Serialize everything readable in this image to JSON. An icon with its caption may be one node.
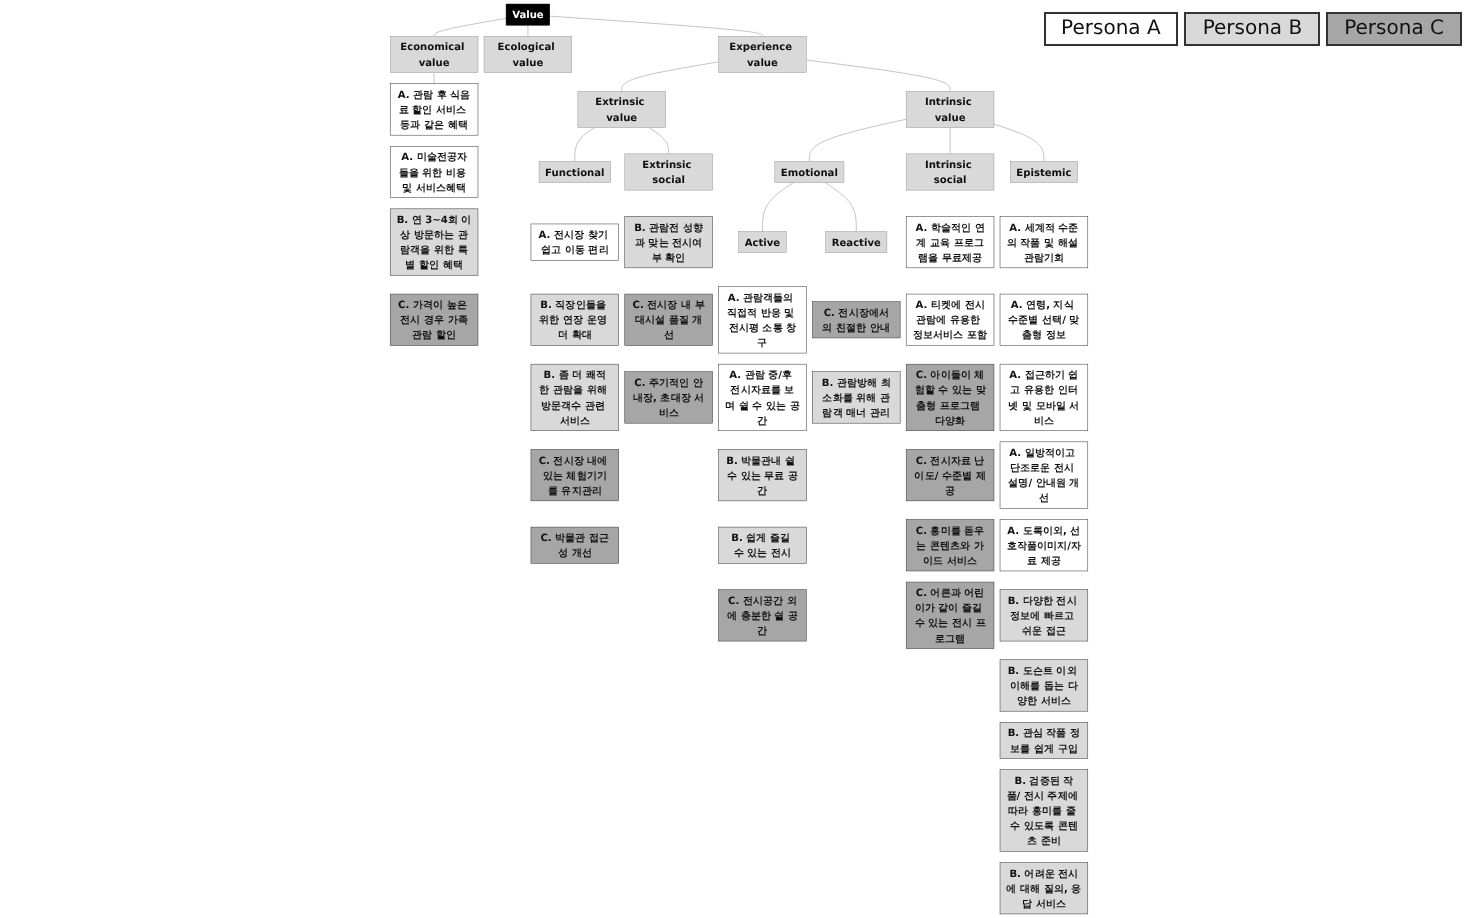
{
  "diagram": {
    "nodes": [
      {
        "text": [
          "Value"
        ]
      },
      {
        "text": [
          "Economical value"
        ]
      },
      {
        "text": [
          "Ecological value"
        ]
      },
      {
        "text": [
          "Experience value"
        ]
      },
      {
        "text": [
          "Extrinsic value"
        ]
      },
      {
        "text": [
          "Intrinsic value"
        ]
      },
      {
        "text": [
          "Functional"
        ]
      },
      {
        "text": [
          "Extrinsic social"
        ]
      },
      {
        "text": [
          "Emotional"
        ]
      },
      {
        "text": [
          "Intrinsic social"
        ]
      },
      {
        "text": [
          "Epistemic"
        ]
      },
      {
        "text": [
          "Active"
        ]
      },
      {
        "text": [
          "Reactive"
        ]
      },
      {
        "text": [
          "A. 관람 후 식음료 할인 서비스 등과 같은 혜택"
        ]
      },
      {
        "text": [
          "A. 미술전공자들을 위한 비용 및 서비스혜택"
        ]
      },
      {
        "text": [
          "B. 연 3~4회 이상 방문하는 관람객을 위한 특별 할인 혜택"
        ]
      },
      {
        "text": [
          "C. 가격이 높은 전시 경우 가족관람 할인"
        ]
      },
      {
        "text": [
          "A. 전시장 찾기 쉽고 이동 편리"
        ]
      },
      {
        "text": [
          "B. 직장인들을 위한 연장 운영 더 확대"
        ]
      },
      {
        "text": [
          "B. 좀 더 쾌적한 관람을 위해 방문객수 관련 서비스"
        ]
      },
      {
        "text": [
          "C. 전시장 내에 있는 체험기기를 유지관리"
        ]
      },
      {
        "text": [
          "C. 박물관 접근성 개선"
        ]
      },
      {
        "text": [
          "B. 관람전 성향과 맞는 전시여부 확인"
        ]
      },
      {
        "text": [
          "C. 전시장 내 부대시설 품질 개선"
        ]
      },
      {
        "text": [
          "C. 주기적인 안내장, 초대장 서비스"
        ]
      },
      {
        "text": [
          "A. 관람객들의 직접적 반응 및 전시평 소통 창구"
        ]
      },
      {
        "text": [
          "A. 관람 중/후 전시자료를 보며 쉴 수 있는 공간"
        ]
      },
      {
        "text": [
          "B. 박물관내 쉴 수 있는 무료 공간"
        ]
      },
      {
        "text": [
          "B. 쉽게 즐길 수 있는 전시"
        ]
      },
      {
        "text": [
          "C. 전시공간 외에 충분한 쉴 공간"
        ]
      },
      {
        "text": [
          "C. 전시장에서의 친절한 안내"
        ]
      },
      {
        "text": [
          "B. 관람방해 최소화를 위해 관람객 매너 관리"
        ]
      },
      {
        "text": [
          "A. 학술적인 연계 교육 프로그램을 무료제공"
        ]
      },
      {
        "text": [
          "A. 티켓에 전시관람에 유용한 정보서비스 포함"
        ]
      },
      {
        "text": [
          "C. 아이들이 체험할 수 있는 맞춤형 프로그램 다양화"
        ]
      },
      {
        "text": [
          "C. 전시자료 난이도/ 수준별 제공"
        ]
      },
      {
        "text": [
          "C. 흥미를 돋우는 콘텐츠와 가이드 서비스"
        ]
      },
      {
        "text": [
          "C. 어른과 어린이가 같이 즐길 수 있는 전시 프로그램"
        ]
      },
      {
        "text": [
          "A. 세계적 수준의 작품 및 해설 관람기회"
        ]
      },
      {
        "text": [
          "A. 연령, 지식 수준별 선택/ 맞춤형 정보"
        ]
      },
      {
        "text": [
          "A. 접근하기 쉽고 유용한 인터넷 및 모바일 서비스"
        ]
      },
      {
        "text": [
          "A. 일방적이고 단조로운 전시 설명/ 안내원 개선"
        ]
      },
      {
        "text": [
          "A. 도록이외, 선호작품이미지/자료 제공"
        ]
      },
      {
        "text": [
          "B. 다양한 전시 정보에 빠르고 쉬운 접근"
        ]
      },
      {
        "text": [
          "B. 도슨트 이외 이해를 돕는 다양한 서비스"
        ]
      },
      {
        "text": [
          "B. 관심 작품 정보를 쉽게 구입"
        ]
      },
      {
        "text": [
          "B. 검증된 작품/ 전시 주제에 따라 흥미를 줄 수 있도록 콘텐츠 준비"
        ]
      },
      {
        "text": [
          "B. 어려운 전시에 대해 질의, 응답 서비스"
        ]
      }
    ],
    "edges": [
      {
        "from": 0,
        "to": 1,
        "arrow": "none"
      },
      {
        "from": 0,
        "to": 2,
        "arrow": "none"
      },
      {
        "from": 0,
        "to": 3,
        "arrow": "none"
      },
      {
        "from": 3,
        "to": 4,
        "arrow": "none"
      },
      {
        "from": 3,
        "to": 5,
        "arrow": "none"
      },
      {
        "from": 4,
        "to": 6,
        "arrow": "none"
      },
      {
        "from": 4,
        "to": 7,
        "arrow": "none"
      },
      {
        "from": 5,
        "to": 8,
        "arrow": "none"
      },
      {
        "from": 5,
        "to": 9,
        "arrow": "none"
      },
      {
        "from": 5,
        "to": 10,
        "arrow": "none"
      },
      {
        "from": 8,
        "to": 11,
        "arrow": "none"
      },
      {
        "from": 8,
        "to": 12,
        "arrow": "none"
      },
      {
        "from": 1,
        "to": 13,
        "arrow": "none"
      }
    ],
    "legend": [
      {
        "text": "Persona A",
        "color": "#ffffff"
      },
      {
        "text": "Persona B",
        "color": "#d9d9d9"
      },
      {
        "text": "Persona C",
        "color": "#a6a6a6"
      }
    ]
  }
}
